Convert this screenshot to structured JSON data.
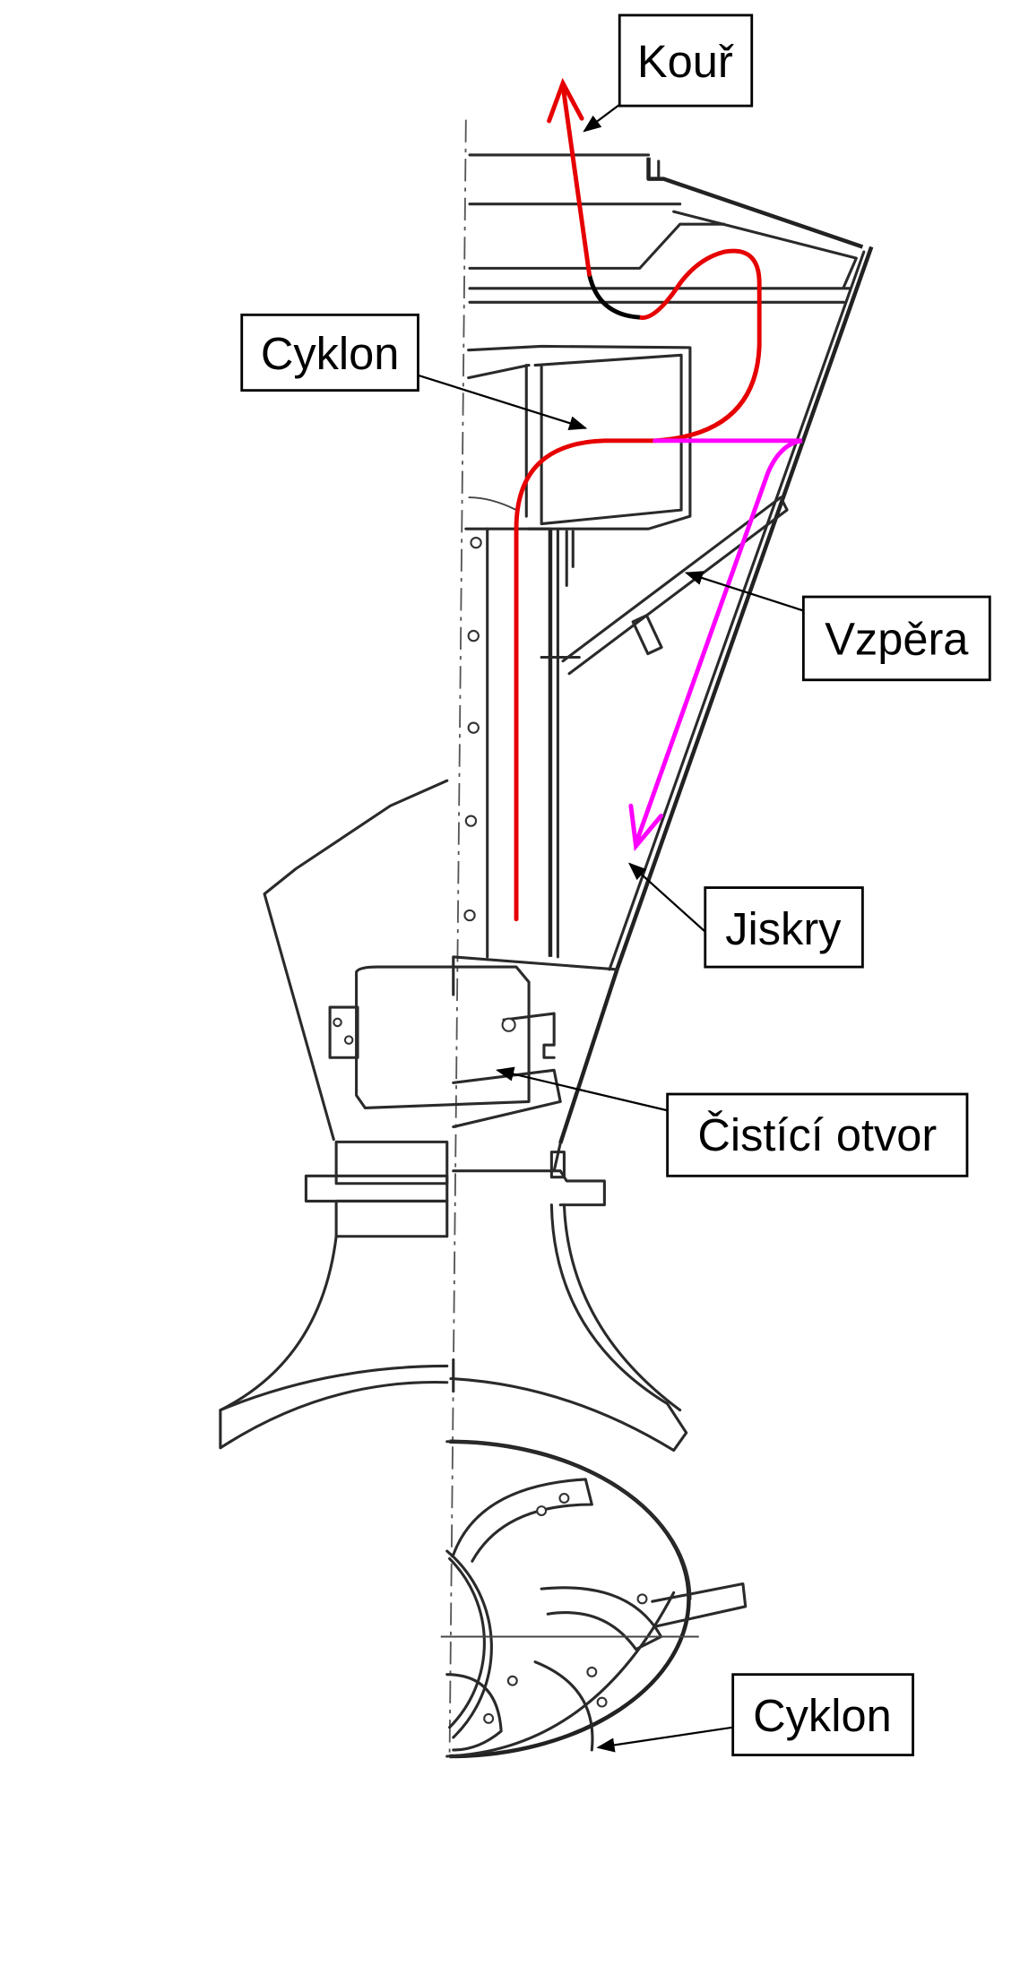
{
  "labels": {
    "smoke": "Kouř",
    "cyclone_top": "Cyklon",
    "strut": "Vzpěra",
    "sparks": "Jiskry",
    "cleaning_opening": "Čistící otvor",
    "cyclone_bottom": "Cyklon"
  },
  "colors": {
    "smoke_path": "#e60000",
    "spark_path": "#ff00ff",
    "label_border": "#000000"
  }
}
